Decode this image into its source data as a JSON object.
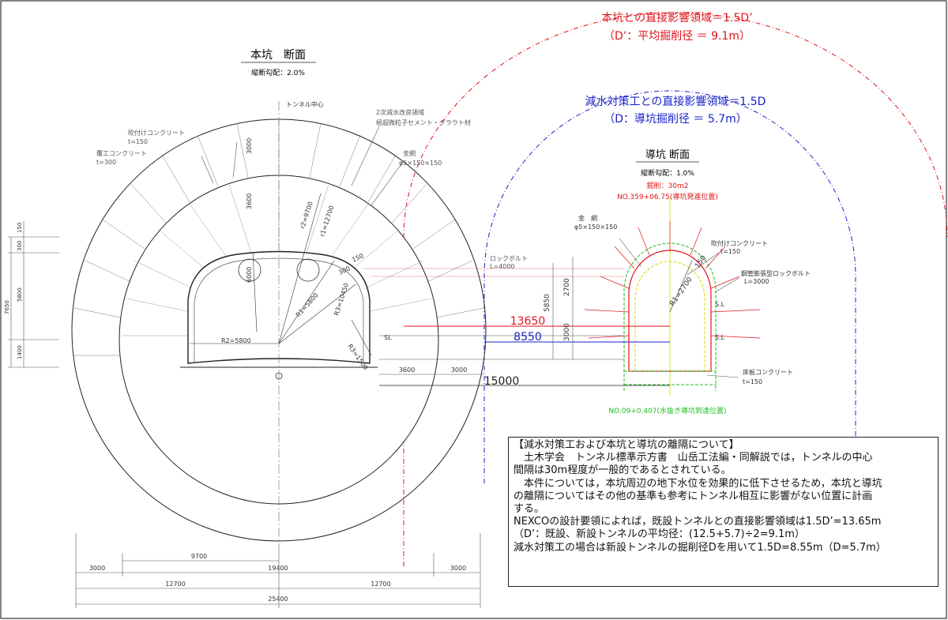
{
  "main_section": {
    "title": "本坑　断面",
    "grade": "縦断勾配：2.0%"
  },
  "pilot_section": {
    "title": "導坑 断面",
    "grade": "縦断勾配：1.0%",
    "excavation": "掘削：30m2",
    "station_start": "NO.359+06.75(導坑発進位置)",
    "station_end": "NO.09+0.407(水抜き導坑到達位置)"
  },
  "zones": {
    "red_title": "本坑との直接影響領域＝1.5D’",
    "red_sub": "（D’：平均掘削径 ＝ 9.1m）",
    "blue_title": "減水対策工との直接影響領域＝1.5D",
    "blue_sub": "（D：導坑掘削径 ＝ 5.7m）",
    "colors": {
      "red": "#e0151b",
      "blue": "#1a22c8",
      "green": "#22bb22",
      "yellow": "#d8d800"
    }
  },
  "main_labels": {
    "tunnel_center": "トンネル中心",
    "improve_zone": "2次減水改良領域",
    "improve_material": "極超微粒子セメント・グラウト材",
    "mesh": "金網",
    "mesh_spec": "φ5×150×150",
    "shotcrete": "吹付けコンクリート",
    "shotcrete_t": "t=150",
    "lining": "覆工コンクリート",
    "lining_t": "t=300",
    "rockbolt": "ロックボルト",
    "rockbolt_l": "L=4000",
    "r2_9700": "r2=9700",
    "r1_12700": "r1=12700",
    "r1_5800": "R1=5800",
    "r3_10450": "R3=10450",
    "r2_5800": "R2=5800",
    "r3_1500": "R3=1500",
    "v6000": "6000",
    "v3600": "3600",
    "v3000": "3000",
    "v150": "150",
    "v300": "300",
    "sl": "SL"
  },
  "pilot_labels": {
    "mesh": "金　網",
    "mesh_spec": "φ5×150×150",
    "shotcrete": "吹付けコンクリート",
    "shotcrete_t": "t=150",
    "steel_bolt": "鋼管膨張型ロックボルト",
    "steel_bolt_l": "L=3000",
    "r1_2700": "R1=2700",
    "r150": "150",
    "floor": "床板コンクリート",
    "floor_t": "t=150",
    "sl1": "S.L",
    "sl2": "S.L"
  },
  "dimensions": {
    "d13650": "13650",
    "d8550": "8550",
    "d15000": "15000",
    "d5850": "5850",
    "d2700": "2700",
    "d3000p": "3000",
    "d3600": "3600",
    "d3000r": "3000",
    "left": {
      "d150": "150",
      "d300": "300",
      "d5800": "5800",
      "d7650": "7650",
      "d1400": "1400"
    },
    "bottom": {
      "d9700": "9700",
      "d19400": "19400",
      "d3000a": "3000",
      "d3000b": "3000",
      "d12700a": "12700",
      "d12700b": "12700",
      "d25400": "25400"
    }
  },
  "note": {
    "lines": [
      "【減水対策工および本坑と導坑の離隔について】",
      "　土木学会　トンネル標準示方書　山岳工法編・同解説では，トンネルの中心",
      "間隔は30m程度が一般的であるとされている。",
      "　本件については，本坑周辺の地下水位を効果的に低下させるため，本坑と導坑",
      "の離隔についてはその他の基準も参考にトンネル相互に影響がない位置に計画",
      "する。",
      "NEXCOの設計要領によれば，既設トンネルとの直接影響領域は1.5D’=13.65m",
      "（D’：既設、新設トンネルの平均径：(12.5+5.7)÷2=9.1m）",
      "減水対策工の場合は新設トンネルの掘削径Dを用いて1.5D=8.55m（D=5.7m）"
    ]
  }
}
